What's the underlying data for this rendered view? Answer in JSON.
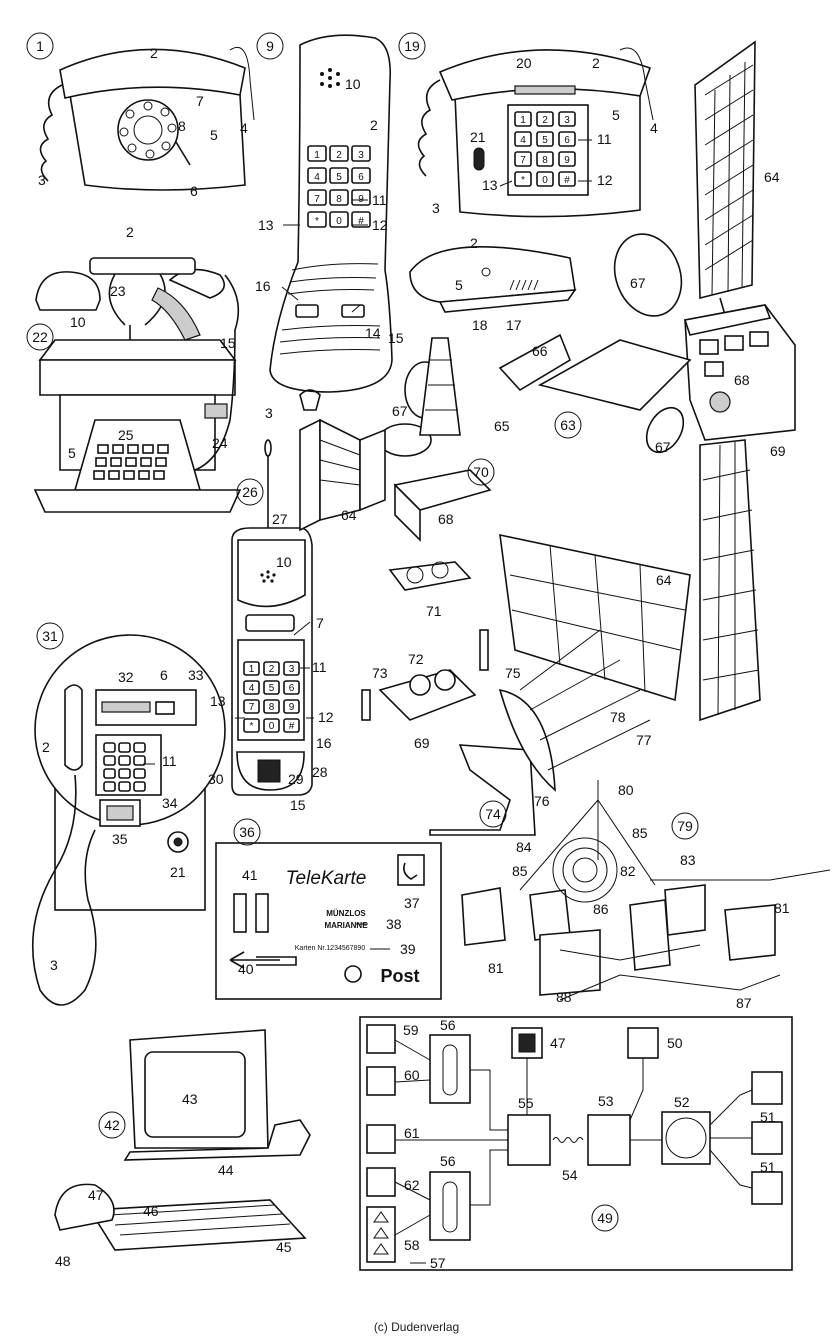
{
  "credit": "(c) Dudenverlag",
  "card": {
    "brand": "TeleKarte",
    "holder_line1": "MÜNZLOS",
    "holder_line2": "MARIANNE",
    "card_number": "Karten Nr.1234567890",
    "issuer": "Post"
  },
  "keypad": [
    "1",
    "2",
    "3",
    "4",
    "5",
    "6",
    "7",
    "8",
    "9",
    "*",
    "0",
    "#"
  ],
  "circled_labels": [
    "1",
    "9",
    "19",
    "22",
    "26",
    "31",
    "36",
    "42",
    "49",
    "63",
    "70",
    "74",
    "79"
  ],
  "labels": [
    "2",
    "3",
    "4",
    "5",
    "6",
    "7",
    "8",
    "10",
    "11",
    "12",
    "13",
    "14",
    "15",
    "16",
    "17",
    "18",
    "20",
    "21",
    "23",
    "24",
    "25",
    "27",
    "28",
    "29",
    "30",
    "32",
    "33",
    "34",
    "35",
    "37",
    "38",
    "39",
    "40",
    "41",
    "43",
    "44",
    "45",
    "46",
    "47",
    "48",
    "50",
    "51",
    "52",
    "53",
    "54",
    "55",
    "56",
    "57",
    "58",
    "59",
    "60",
    "61",
    "62",
    "64",
    "65",
    "66",
    "67",
    "68",
    "69",
    "71",
    "72",
    "73",
    "75",
    "76",
    "77",
    "78",
    "80",
    "81",
    "82",
    "83",
    "84",
    "85",
    "86",
    "87",
    "88"
  ]
}
